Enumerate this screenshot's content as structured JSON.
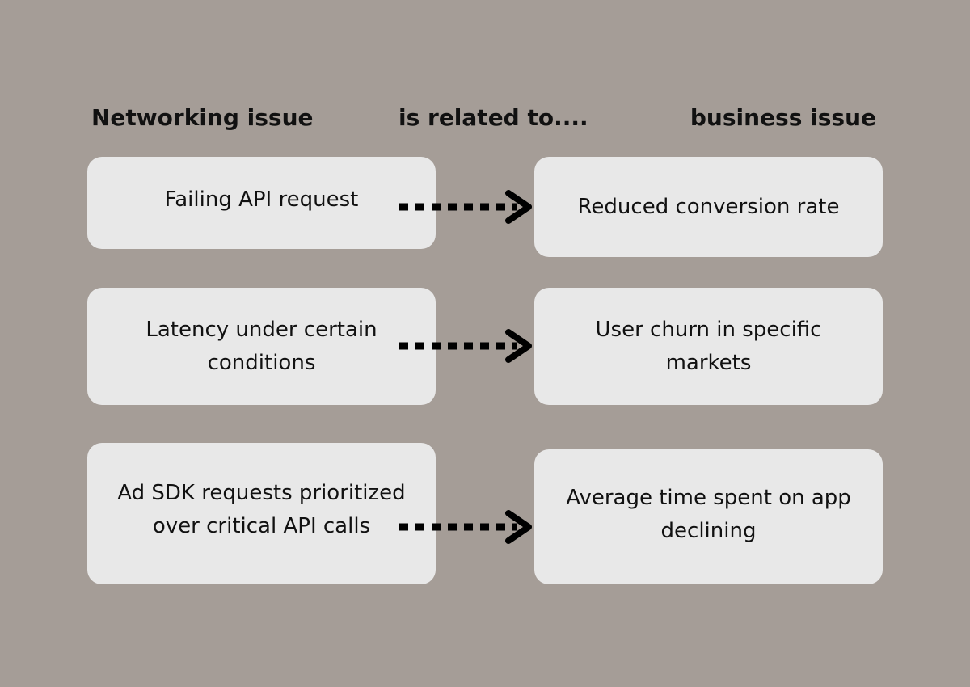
{
  "headers": {
    "left": "Networking issue",
    "middle": "is related to....",
    "right": "business issue"
  },
  "rows": [
    {
      "networking_issue": "Failing API request",
      "business_issue": "Reduced conversion rate"
    },
    {
      "networking_issue": "Latency under certain conditions",
      "business_issue": "User churn in specific markets"
    },
    {
      "networking_issue": "Ad SDK requests prioritized over critical API calls",
      "business_issue": "Average time spent on app declining"
    }
  ],
  "colors": {
    "background": "#a59d97",
    "box": "#e8e8e8",
    "text": "#111111",
    "arrow": "#000000"
  }
}
